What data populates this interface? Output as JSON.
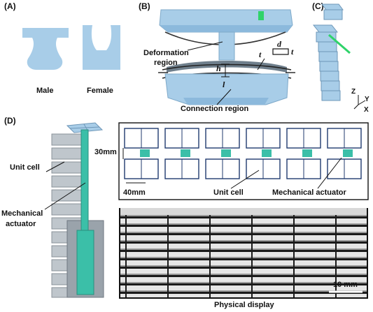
{
  "panels": {
    "a": "(A)",
    "b": "(B)",
    "c": "(C)",
    "d": "(D)"
  },
  "panel_a": {
    "male": "Male",
    "female": "Female"
  },
  "panel_b": {
    "deformation": "Deformation region",
    "deformation_line1": "Deformation",
    "deformation_line2": "region",
    "connection": "Connection region",
    "var_h": "h",
    "var_l": "l",
    "var_t": "t",
    "var_d": "d",
    "var_t2": "t"
  },
  "panel_c": {
    "axis_z": "Z",
    "axis_y": "Y",
    "axis_x": "X"
  },
  "panel_d": {
    "unit_cell_left": "Unit cell",
    "mech_line1": "Mechanical",
    "mech_line2": "actuator",
    "dim_30": "30mm",
    "dim_40": "40mm",
    "unit_cell_grid": "Unit cell",
    "mech_grid": "Mechanical actuator",
    "scale_bar": "10 mm",
    "physical_display": "Physical display"
  },
  "colors": {
    "part_blue": "#a8cde8",
    "accent_green": "#2fd36a",
    "actuator_teal": "#3bbfa8",
    "grid_navy": "#1f3a6e"
  }
}
